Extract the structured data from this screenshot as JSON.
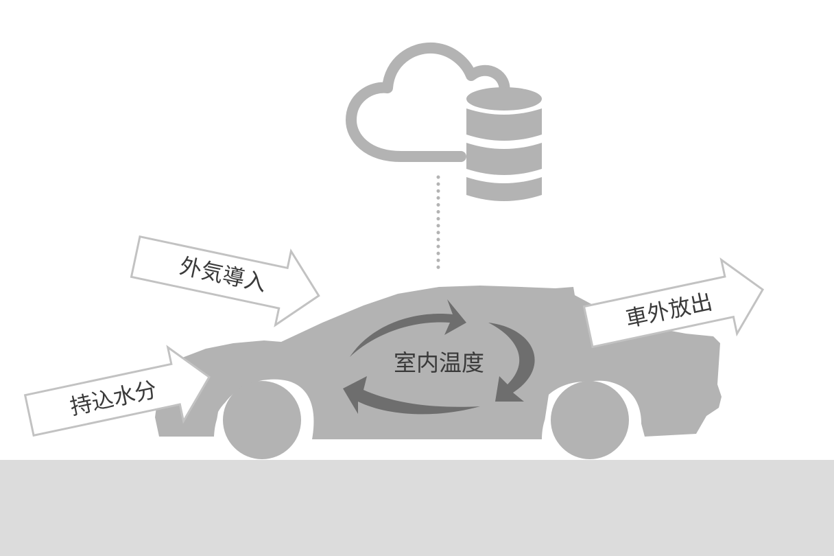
{
  "labels": {
    "outside_air_intake": "外気導入",
    "brought_in_moisture": "持込水分",
    "cabin_temperature": "室内温度",
    "exhaust_outside": "車外放出"
  },
  "colors": {
    "ground": "#dcdcdc",
    "car_body": "#b3b3b3",
    "cloud_db": "#b3b3b3",
    "circulation_arrows": "#6e6e6e",
    "flow_arrow_outline": "#c2c2c2",
    "label_text": "#3a3a3a"
  },
  "icons": {
    "cloud": "cloud-icon",
    "database": "database-icon",
    "car": "car-silhouette"
  }
}
